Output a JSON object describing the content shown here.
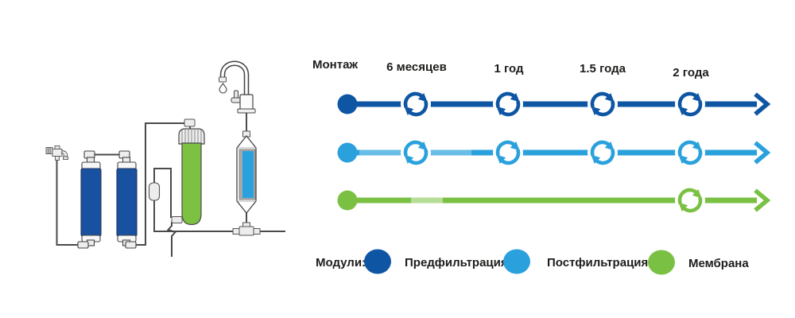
{
  "timeline": {
    "milestone_labels": [
      "Монтаж",
      "6 месяцев",
      "1 год",
      "1.5 года",
      "2 года"
    ],
    "rows": [
      {
        "module": "Предфильтрация",
        "color": "#0e56a4",
        "replacements": [
          true,
          true,
          true,
          true
        ]
      },
      {
        "module": "Постфильтрация",
        "color": "#2aa1dc",
        "replacements": [
          true,
          true,
          true,
          true
        ]
      },
      {
        "module": "Мембрана",
        "color": "#7ac143",
        "replacements": [
          false,
          false,
          false,
          true
        ]
      }
    ]
  },
  "legend": {
    "title": "Модули:",
    "items": [
      {
        "label": "Предфильтрация",
        "color": "#0e56a4"
      },
      {
        "label": "Постфильтрация",
        "color": "#2aa1dc"
      },
      {
        "label": "Мембрана",
        "color": "#7ac143"
      }
    ]
  },
  "icons": {
    "replacement": "refresh-arrows-icon",
    "flow_end": "arrow-right-icon",
    "schematic": [
      "water-supply-valve-icon",
      "prefilter-cartridge",
      "membrane-cartridge",
      "postfilter-cartridge",
      "drinking-faucet-icon",
      "flow-restrictor-fitting",
      "tee-fitting",
      "drain-line",
      "water-drop-icon"
    ]
  },
  "colors": {
    "prefilter_cartridge": "#17519f",
    "membrane_cartridge": "#7cc142",
    "postfilter_insert": "#2aa1dc",
    "pipe": "#4a4a4a",
    "fitting_fill": "#ededed",
    "cap_fill": "#f7f7f7"
  }
}
